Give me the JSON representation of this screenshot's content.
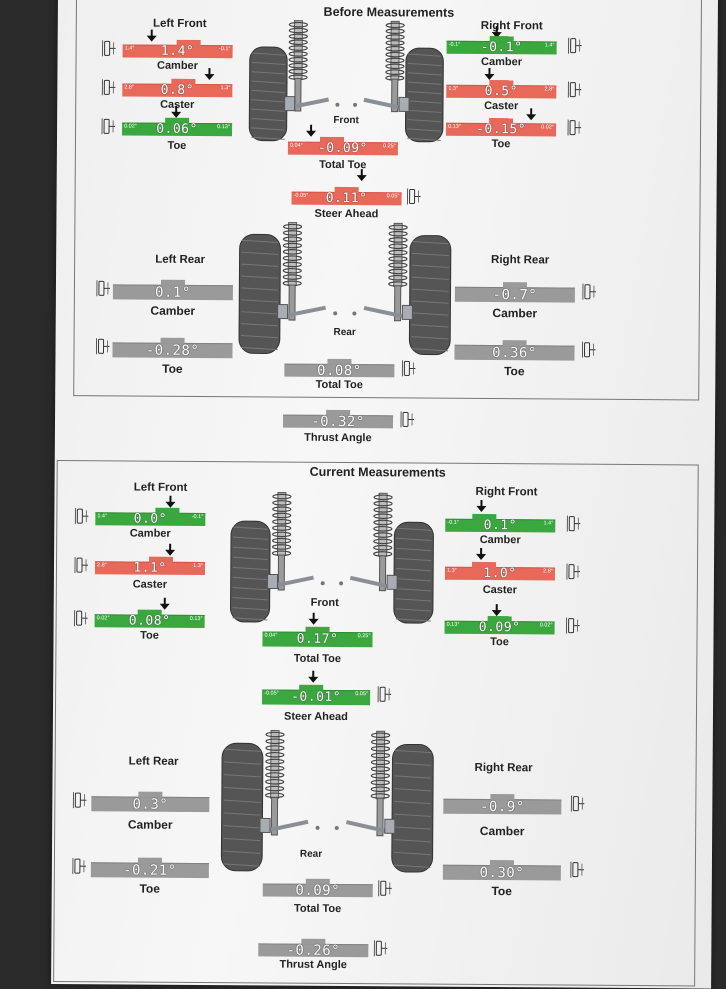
{
  "colors": {
    "green": "#3aa83e",
    "red": "#e8685a",
    "gray": "#9a9a9a",
    "green_dark": "#2f8d33",
    "red_dark": "#d65448",
    "gray_dark": "#808080"
  },
  "before": {
    "title": "Before Measurements",
    "left_front": {
      "header": "Left Front",
      "camber": {
        "label": "Camber",
        "value": "1.4°",
        "min": "1.4°",
        "max": "-0.1°",
        "status": "red"
      },
      "caster": {
        "label": "Caster",
        "value": "0.8°",
        "min": "2.8°",
        "max": "1.3°",
        "status": "red"
      },
      "toe": {
        "label": "Toe",
        "value": "0.06°",
        "min": "0.02°",
        "max": "0.13°",
        "status": "green"
      }
    },
    "right_front": {
      "header": "Right Front",
      "camber": {
        "label": "Camber",
        "value": "-0.1°",
        "min": "-0.1°",
        "max": "1.4°",
        "status": "green"
      },
      "caster": {
        "label": "Caster",
        "value": "0.5°",
        "min": "1.3°",
        "max": "2.8°",
        "status": "red"
      },
      "toe": {
        "label": "Toe",
        "value": "-0.15°",
        "min": "0.13°",
        "max": "0.02°",
        "status": "red"
      }
    },
    "front_label": "Front",
    "total_toe": {
      "label": "Total Toe",
      "value": "-0.09°",
      "min": "0.04°",
      "max": "0.25°",
      "status": "red"
    },
    "steer_ahead": {
      "label": "Steer Ahead",
      "value": "0.11°",
      "min": "-0.05°",
      "max": "0.05°",
      "status": "red"
    },
    "left_rear": {
      "header": "Left Rear",
      "camber": {
        "label": "Camber",
        "value": "0.1°",
        "status": "gray"
      },
      "toe": {
        "label": "Toe",
        "value": "-0.28°",
        "status": "gray"
      }
    },
    "right_rear": {
      "header": "Right Rear",
      "camber": {
        "label": "Camber",
        "value": "-0.7°",
        "status": "gray"
      },
      "toe": {
        "label": "Toe",
        "value": "0.36°",
        "status": "gray"
      }
    },
    "rear_label": "Rear",
    "rear_total_toe": {
      "label": "Total Toe",
      "value": "0.08°",
      "status": "gray"
    },
    "thrust_angle": {
      "label": "Thrust Angle",
      "value": "-0.32°",
      "status": "gray"
    }
  },
  "current": {
    "title": "Current Measurements",
    "left_front": {
      "header": "Left Front",
      "camber": {
        "label": "Camber",
        "value": "0.0°",
        "min": "1.4°",
        "max": "-0.1°",
        "status": "green"
      },
      "caster": {
        "label": "Caster",
        "value": "1.1°",
        "min": "2.8°",
        "max": "1.3°",
        "status": "red"
      },
      "toe": {
        "label": "Toe",
        "value": "0.08°",
        "min": "0.02°",
        "max": "0.13°",
        "status": "green"
      }
    },
    "right_front": {
      "header": "Right Front",
      "camber": {
        "label": "Camber",
        "value": "0.1°",
        "min": "-0.1°",
        "max": "1.4°",
        "status": "green"
      },
      "caster": {
        "label": "Caster",
        "value": "1.0°",
        "min": "1.3°",
        "max": "2.8°",
        "status": "red"
      },
      "toe": {
        "label": "Toe",
        "value": "0.09°",
        "min": "0.13°",
        "max": "0.02°",
        "status": "green"
      }
    },
    "front_label": "Front",
    "total_toe": {
      "label": "Total Toe",
      "value": "0.17°",
      "min": "0.04°",
      "max": "0.25°",
      "status": "green"
    },
    "steer_ahead": {
      "label": "Steer Ahead",
      "value": "-0.01°",
      "min": "-0.05°",
      "max": "0.05°",
      "status": "green"
    },
    "left_rear": {
      "header": "Left Rear",
      "camber": {
        "label": "Camber",
        "value": "0.3°",
        "status": "gray"
      },
      "toe": {
        "label": "Toe",
        "value": "-0.21°",
        "status": "gray"
      }
    },
    "right_rear": {
      "header": "Right Rear",
      "camber": {
        "label": "Camber",
        "value": "-0.9°",
        "status": "gray"
      },
      "toe": {
        "label": "Toe",
        "value": "0.30°",
        "status": "gray"
      }
    },
    "rear_label": "Rear",
    "rear_total_toe": {
      "label": "Total Toe",
      "value": "0.09°",
      "status": "gray"
    },
    "thrust_angle": {
      "label": "Thrust Angle",
      "value": "-0.26°",
      "status": "gray"
    }
  }
}
